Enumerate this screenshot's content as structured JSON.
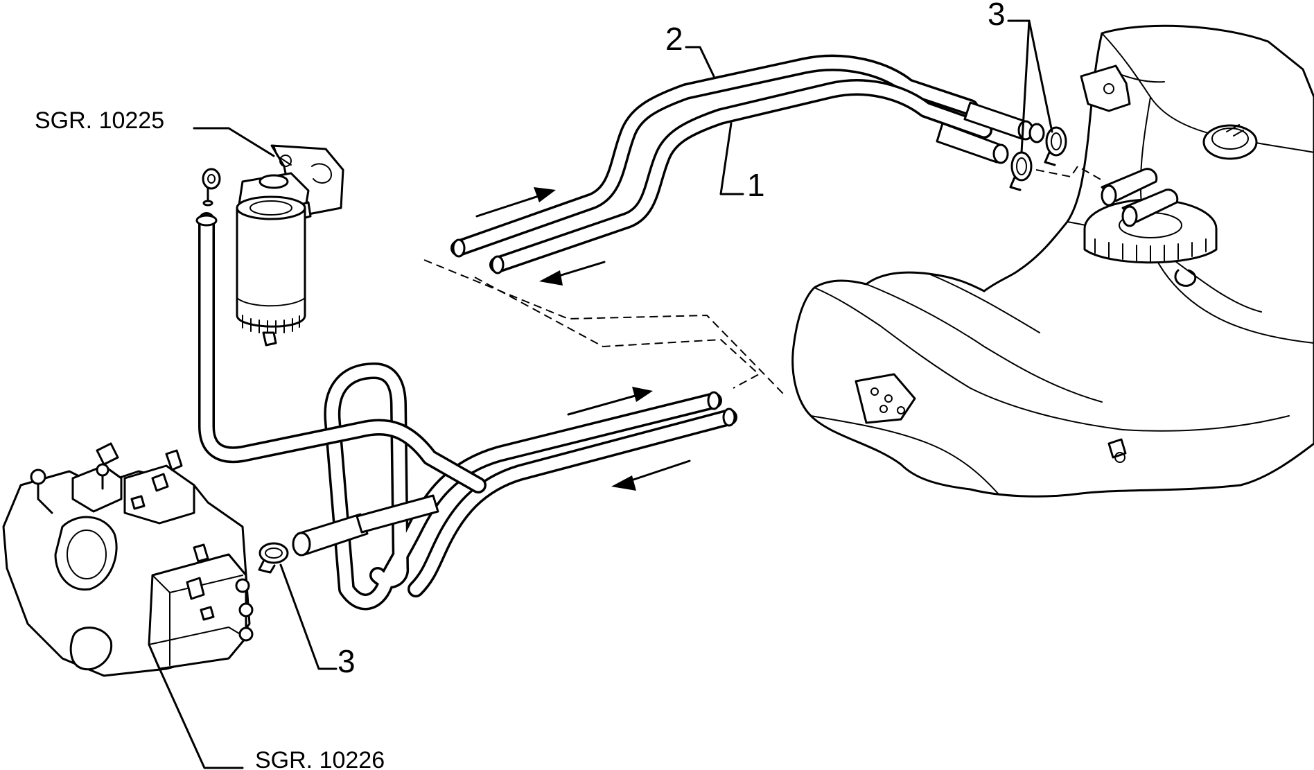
{
  "labels": {
    "filter_ref": "SGR. 10225",
    "pump_ref": "SGR. 10226",
    "pipe_1": "1",
    "pipe_2": "2",
    "clamp_top": "3",
    "clamp_bottom": "3"
  },
  "colors": {
    "line": "#000000",
    "background": "#ffffff"
  }
}
